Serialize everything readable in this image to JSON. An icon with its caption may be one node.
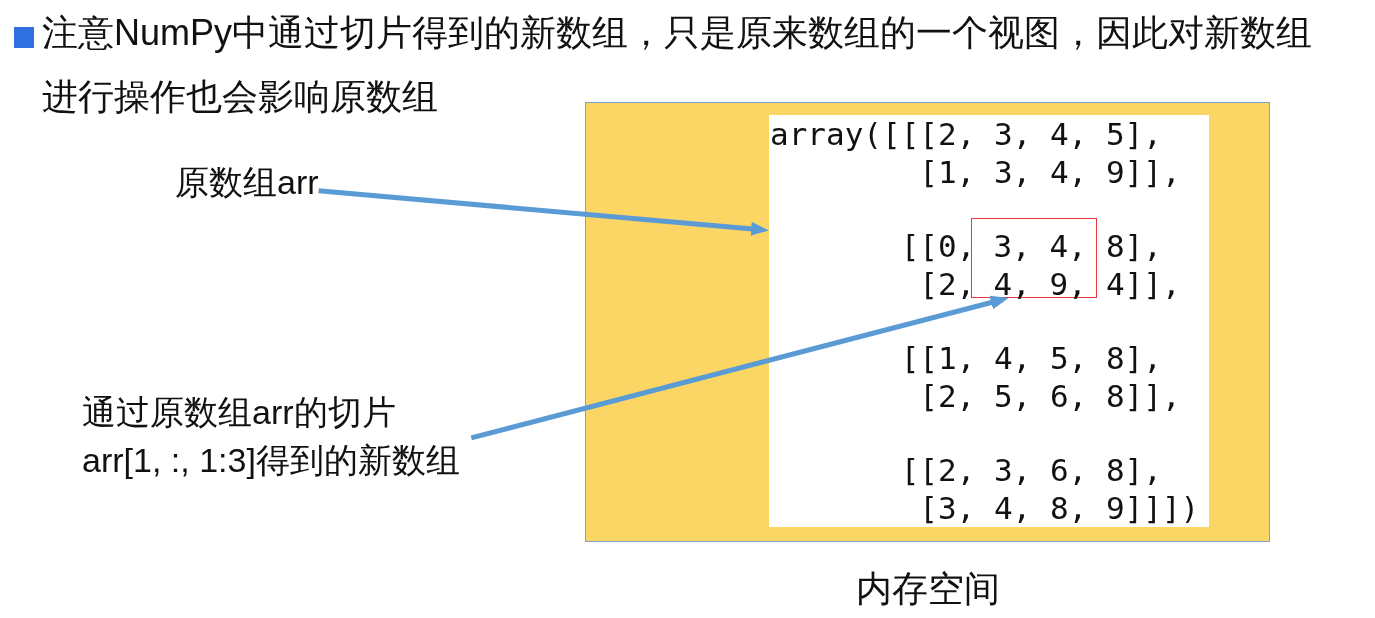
{
  "diagram": {
    "title": "注意NumPy中通过切片得到的新数组，只是原来数组的一个视图，因此对新数组进行操作也会影响原数组",
    "nodes": [
      {
        "text": [],
        "shape": "box",
        "beside": [
          "内存空间"
        ]
      },
      {
        "text": [
          "array([[[2, 3, 4, 5], [1, 3, 4, 9]],",
          "[[0,",
          "8],",
          "[2,",
          "4]],",
          "[[1, 4, 5, 8], [2, 5, 6, 8]],",
          "[[2, 3, 6, 8], [3, 4, 8, 9]]])"
        ],
        "in": 0
      },
      {
        "text": [
          "3, 4,",
          "4, 9,"
        ],
        "in": 1
      },
      {
        "text": [
          "原数组arr"
        ]
      },
      {
        "text": [
          "通过原数组arr的切片 arr[1, :, 1:3]得到的新数组"
        ]
      }
    ],
    "edges": [
      {
        "from": 3,
        "to": 1,
        "arrow": "to"
      },
      {
        "from": 4,
        "to": 2,
        "arrow": "to"
      }
    ]
  }
}
